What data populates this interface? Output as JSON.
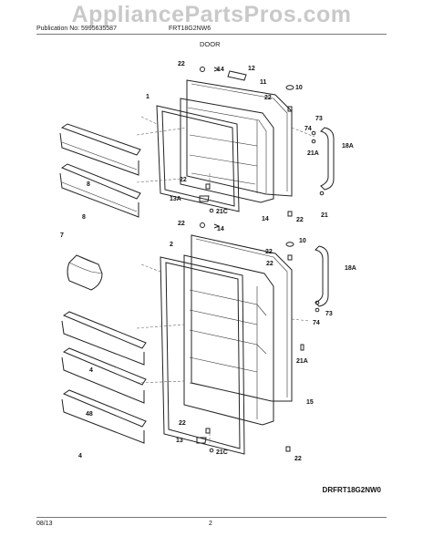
{
  "header": {
    "watermark": "AppliancePartsPros.com",
    "publication": "Publication No: 5995635587",
    "model": "FRT18G2NW6",
    "section": "DOOR"
  },
  "drawing_code": "DRFRT18G2NW0",
  "footer": {
    "date": "08/13",
    "page": "2"
  },
  "callouts": {
    "c_22a": "22",
    "c_14a": "14",
    "c_12": "12",
    "c_11": "11",
    "c_1": "1",
    "c_10a": "10",
    "c_22b": "22",
    "c_73a": "73",
    "c_74a": "74",
    "c_21Aa": "21A",
    "c_18Aa": "18A",
    "c_8a": "8",
    "c_8b": "8",
    "c_22c": "22",
    "c_13A": "13A",
    "c_21Ca": "21C",
    "c_14b": "14",
    "c_22d": "22",
    "c_21": "21",
    "c_22e": "22",
    "c_14c": "14",
    "c_22f": "22",
    "c_2": "2",
    "c_10b": "10",
    "c_22g": "22",
    "c_7": "7",
    "c_18Ab": "18A",
    "c_73b": "73",
    "c_74b": "74",
    "c_21Ab": "21A",
    "c_4a": "4",
    "c_15": "15",
    "c_48": "48",
    "c_22h": "22",
    "c_13": "13",
    "c_21Cb": "21C",
    "c_22i": "22",
    "c_4b": "4"
  }
}
